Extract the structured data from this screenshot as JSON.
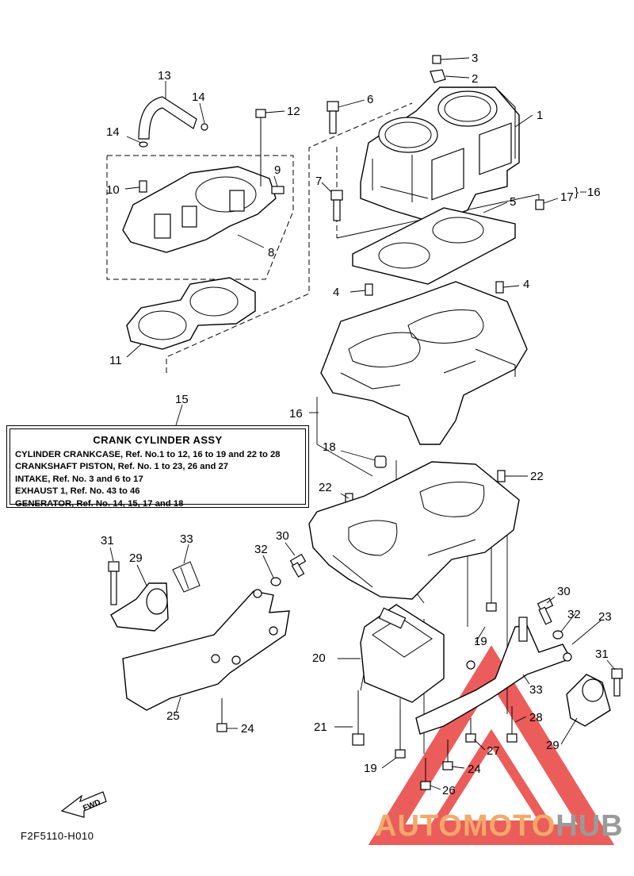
{
  "assembly_box": {
    "title": "CRANK CYLINDER ASSY",
    "lines": [
      "CYLINDER CRANKCASE, Ref. No.1 to 12, 16 to 19 and 22 to 28",
      "CRANKSHAFT PISTON, Ref. No. 1 to 23, 26 and 27",
      "INTAKE, Ref. No. 3 and 6 to 17",
      "EXHAUST 1, Ref. No. 43 to 46",
      "GENERATOR, Ref. No. 14, 15, 17 and 18"
    ]
  },
  "diagram_code": "F2F5110-H010",
  "fwd_label": "FWD",
  "watermark": {
    "part1": "AUTOMOTO",
    "part2": "HUB",
    "color_accent": "#f3a96a",
    "color_gray": "#9a9a9a",
    "triangle_color": "#e8413f"
  },
  "callouts": [
    {
      "id": "c1",
      "text": "1"
    },
    {
      "id": "c2",
      "text": "2"
    },
    {
      "id": "c3",
      "text": "3"
    },
    {
      "id": "c4a",
      "text": "4"
    },
    {
      "id": "c4b",
      "text": "4"
    },
    {
      "id": "c5",
      "text": "5"
    },
    {
      "id": "c6",
      "text": "6"
    },
    {
      "id": "c7",
      "text": "7"
    },
    {
      "id": "c8",
      "text": "8"
    },
    {
      "id": "c9",
      "text": "9"
    },
    {
      "id": "c10",
      "text": "10"
    },
    {
      "id": "c11",
      "text": "11"
    },
    {
      "id": "c12",
      "text": "12"
    },
    {
      "id": "c13",
      "text": "13"
    },
    {
      "id": "c14a",
      "text": "14"
    },
    {
      "id": "c14b",
      "text": "14"
    },
    {
      "id": "c15",
      "text": "15"
    },
    {
      "id": "c16a",
      "text": "16"
    },
    {
      "id": "c16b",
      "text": "16"
    },
    {
      "id": "c17",
      "text": "17"
    },
    {
      "id": "c18",
      "text": "18"
    },
    {
      "id": "c19a",
      "text": "19"
    },
    {
      "id": "c19b",
      "text": "19"
    },
    {
      "id": "c20",
      "text": "20"
    },
    {
      "id": "c21",
      "text": "21"
    },
    {
      "id": "c22a",
      "text": "22"
    },
    {
      "id": "c22b",
      "text": "22"
    },
    {
      "id": "c23",
      "text": "23"
    },
    {
      "id": "c24a",
      "text": "24"
    },
    {
      "id": "c24b",
      "text": "24"
    },
    {
      "id": "c25",
      "text": "25"
    },
    {
      "id": "c26",
      "text": "26"
    },
    {
      "id": "c27",
      "text": "27"
    },
    {
      "id": "c28",
      "text": "28"
    },
    {
      "id": "c29a",
      "text": "29"
    },
    {
      "id": "c29b",
      "text": "29"
    },
    {
      "id": "c30a",
      "text": "30"
    },
    {
      "id": "c30b",
      "text": "30"
    },
    {
      "id": "c31a",
      "text": "31"
    },
    {
      "id": "c31b",
      "text": "31"
    },
    {
      "id": "c32a",
      "text": "32"
    },
    {
      "id": "c32b",
      "text": "32"
    },
    {
      "id": "c33a",
      "text": "33"
    },
    {
      "id": "c33b",
      "text": "33"
    }
  ]
}
